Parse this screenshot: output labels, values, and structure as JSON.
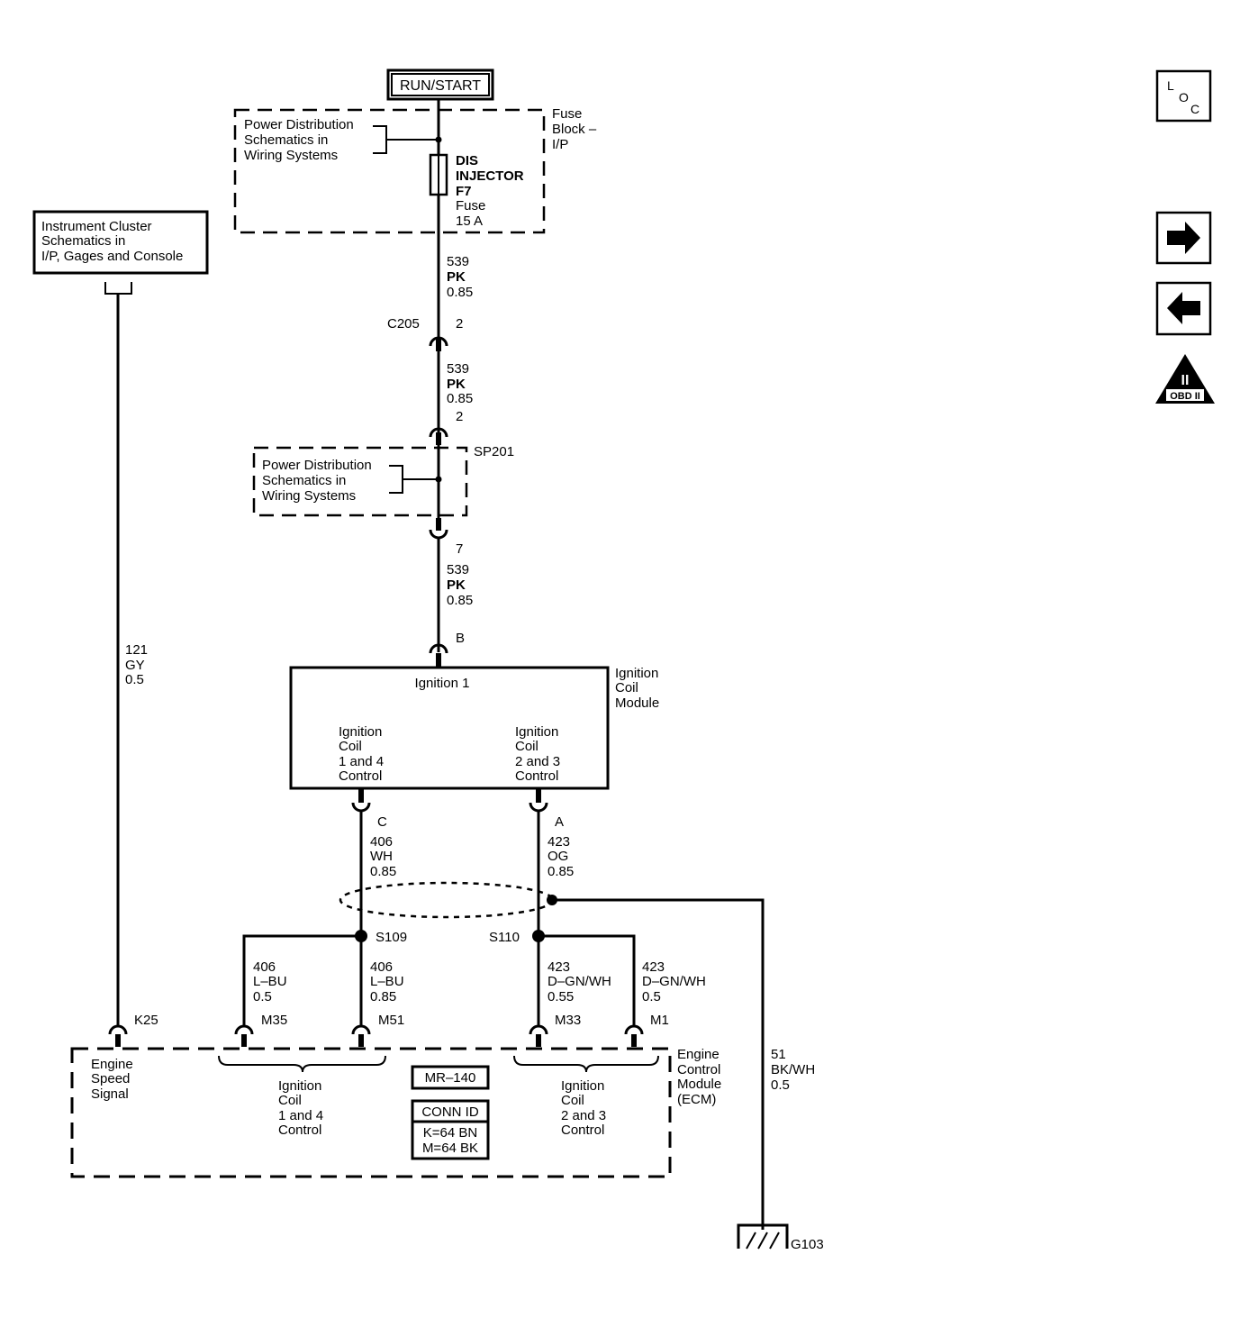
{
  "run_start": "RUN/START",
  "fuse_block": {
    "label": [
      "Fuse",
      "Block –",
      "I/P"
    ],
    "ref": [
      "Power Distribution",
      "Schematics in",
      "Wiring Systems"
    ]
  },
  "fuse": {
    "lines": [
      "DIS",
      "INJECTOR",
      "F7",
      "Fuse",
      "15 A"
    ]
  },
  "wire_539_a": {
    "circuit": "539",
    "color": "PK",
    "size": "0.85"
  },
  "c205": {
    "name": "C205",
    "pin_top": "2",
    "pin_bottom": "2"
  },
  "wire_539_b": {
    "circuit": "539",
    "color": "PK",
    "size": "0.85"
  },
  "sp201": {
    "name": "SP201",
    "ref": [
      "Power Distribution",
      "Schematics in",
      "Wiring Systems"
    ],
    "pin_bottom": "7"
  },
  "wire_539_c": {
    "circuit": "539",
    "color": "PK",
    "size": "0.85"
  },
  "coil_module": {
    "pin_top": "B",
    "label": [
      "Ignition",
      "Coil",
      "Module"
    ],
    "supply": "Ignition 1",
    "left_ctrl": [
      "Ignition",
      "Coil",
      "1 and 4",
      "Control"
    ],
    "right_ctrl": [
      "Ignition",
      "Coil",
      "2 and 3",
      "Control"
    ],
    "pin_left": "C",
    "pin_right": "A"
  },
  "instrument_cluster": {
    "lines": [
      "Instrument Cluster",
      "Schematics in",
      "I/P, Gages and Console"
    ]
  },
  "wire_121": {
    "circuit": "121",
    "color": "GY",
    "size": "0.5"
  },
  "wire_406": {
    "circuit": "406",
    "color": "WH",
    "size": "0.85"
  },
  "wire_423": {
    "circuit": "423",
    "color": "OG",
    "size": "0.85"
  },
  "s109": "S109",
  "s110": "S110",
  "branch_406_left": {
    "circuit": "406",
    "color": "L–BU",
    "size": "0.5"
  },
  "branch_406_right": {
    "circuit": "406",
    "color": "L–BU",
    "size": "0.85"
  },
  "branch_423_left": {
    "circuit": "423",
    "color": "D–GN/WH",
    "size": "0.55"
  },
  "branch_423_right": {
    "circuit": "423",
    "color": "D–GN/WH",
    "size": "0.5"
  },
  "ecm": {
    "label": [
      "Engine",
      "Control",
      "Module",
      "(ECM)"
    ],
    "pins": {
      "k25": "K25",
      "m35": "M35",
      "m51": "M51",
      "m33": "M33",
      "m1": "M1"
    },
    "engine_speed": [
      "Engine",
      "Speed",
      "Signal"
    ],
    "ctrl_14": [
      "Ignition",
      "Coil",
      "1 and 4",
      "Control"
    ],
    "ctrl_23": [
      "Ignition",
      "Coil",
      "2 and 3",
      "Control"
    ],
    "mr": "MR–140",
    "conn_id_title": "CONN ID",
    "conn_id_lines": [
      "K=64 BN",
      "M=64 BK"
    ]
  },
  "wire_51": {
    "circuit": "51",
    "color": "BK/WH",
    "size": "0.5"
  },
  "ground": "G103",
  "nav": {
    "loc": [
      "L",
      "O",
      "C"
    ],
    "obd": "OBD II",
    "obd_numeral": "II",
    "next_icon": "arrow-right-icon",
    "prev_icon": "arrow-left-icon"
  }
}
